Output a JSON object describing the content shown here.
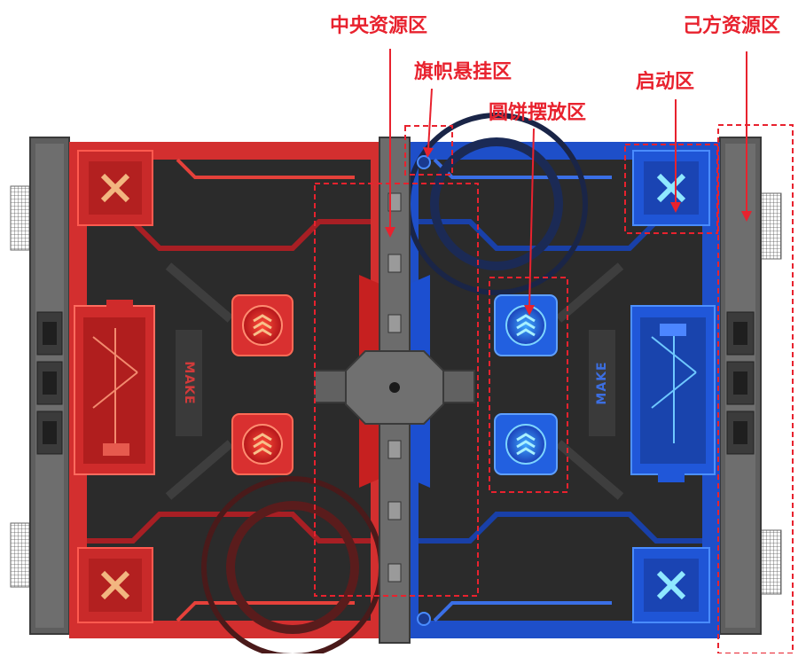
{
  "annotations": {
    "central_resource_zone": "中央资源区",
    "own_resource_zone": "己方资源区",
    "flag_hanging_zone": "旗帜悬挂区",
    "launch_zone": "启动区",
    "disc_placement_zone": "圆饼摆放区"
  },
  "field": {
    "logo_text": "MAKE",
    "logo_mark": "X"
  },
  "colors": {
    "annotation": "#e8222e",
    "red_side": "#d32f2f",
    "blue_side": "#1e4fc9",
    "floor": "#2b2b2b",
    "rail": "#6a6a6a"
  }
}
